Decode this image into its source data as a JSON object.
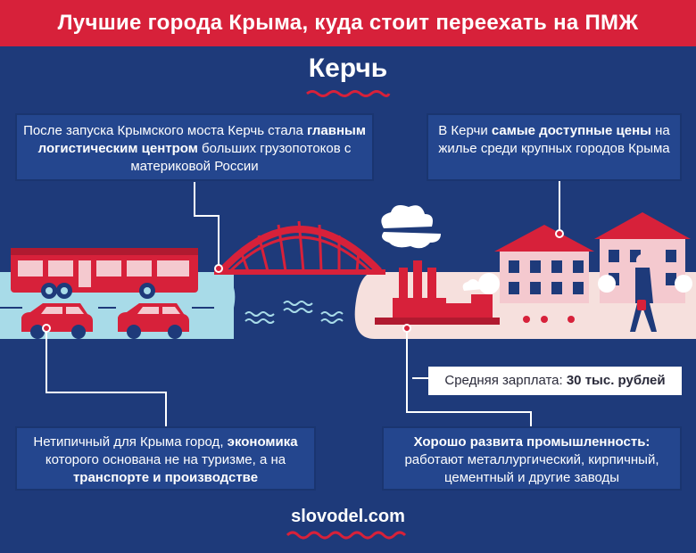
{
  "header": {
    "title": "Лучшие города Крыма, куда стоит переехать на ПМЖ"
  },
  "city": {
    "name": "Керчь"
  },
  "boxes": {
    "bridge": {
      "t1": "После запуска Крымского моста Керчь стала",
      "b1": "главным логистическим центром",
      "t2": " больших грузопотоков с материковой России"
    },
    "prices": {
      "t1": "В Керчи ",
      "b1": "самые доступные цены",
      "t2": " на жилье среди крупных городов Крыма"
    },
    "salary": {
      "t1": "Средняя зарплата: ",
      "b1": "30 тыс. рублей"
    },
    "economy": {
      "t1": "Нетипичный для Крыма город, ",
      "b1": "экономика",
      "t2": " которого основана не на туризме, а на ",
      "b2": "транспорте и производстве"
    },
    "industry": {
      "b1": "Хорошо развита промышленность:",
      "t1": " работают металлургический, кирпичный, цементный и другие заводы"
    }
  },
  "footer": {
    "site": "slovodel.com"
  },
  "colors": {
    "background": "#1e3a7a",
    "accent_red": "#d7213a",
    "box_blue": "#24468e",
    "water": "#a8dbe8",
    "land": "#f6e0dd"
  }
}
